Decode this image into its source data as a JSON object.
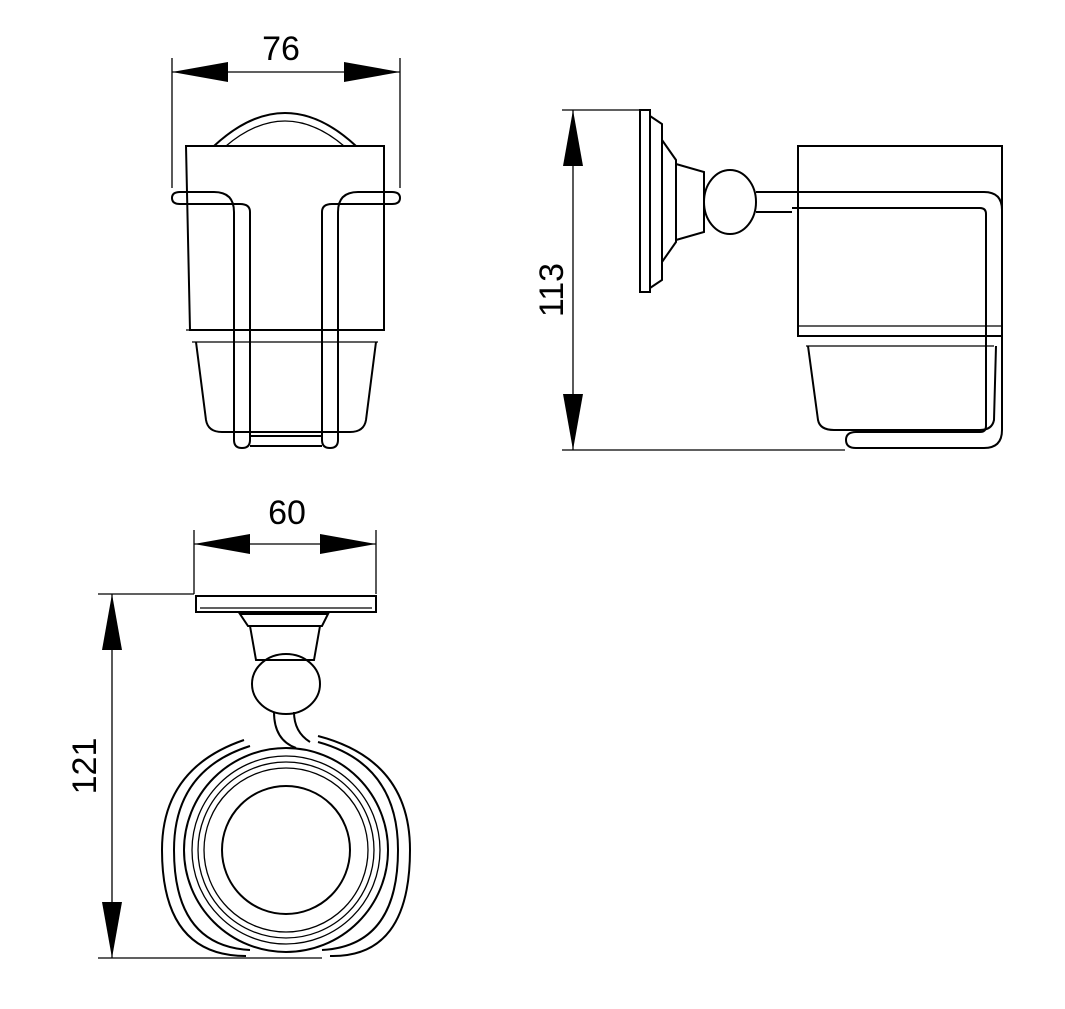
{
  "views": {
    "front": {
      "dimension_label": "76"
    },
    "side": {
      "dimension_label": "113"
    },
    "top": {
      "width_label": "60",
      "depth_label": "121"
    }
  }
}
